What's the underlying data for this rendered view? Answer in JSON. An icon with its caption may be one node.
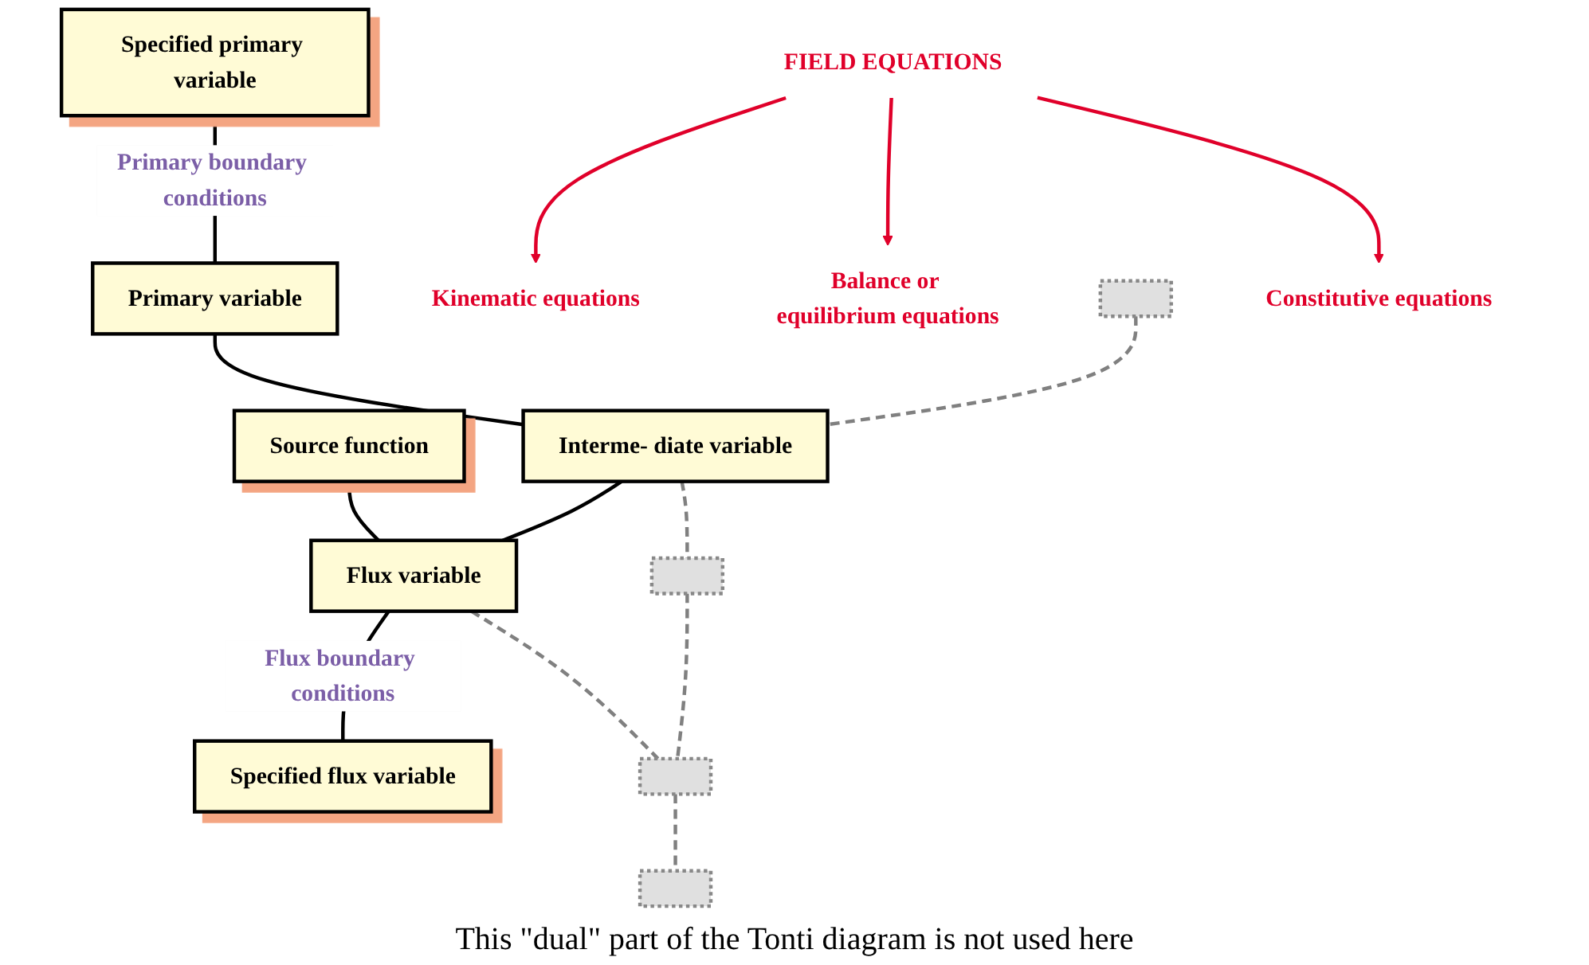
{
  "diagram": {
    "nodes": [
      {
        "text": [
          "Specified primary variable"
        ]
      },
      {
        "text": [
          "Primary variable"
        ]
      },
      {
        "text": [
          "FIELD EQUATIONS"
        ]
      },
      {
        "text": [
          "Source function"
        ]
      },
      {
        "text": [
          "Kinematic equations"
        ]
      },
      {
        "text": [
          "Balance or equilibrium equations"
        ]
      },
      {
        "text": [],
        "shape": "box"
      },
      {
        "text": [
          "Interme- diate variable"
        ]
      },
      {
        "text": [
          "Constitutive equations"
        ]
      },
      {
        "text": [
          "Flux variable"
        ]
      },
      {
        "text": [
          "Specified flux variable"
        ]
      },
      {
        "text": [],
        "shape": "box"
      },
      {
        "text": [],
        "shape": "box"
      },
      {
        "text": [],
        "shape": "box"
      }
    ],
    "edges": [
      {
        "from": 0,
        "to": 1,
        "arrow": "none",
        "label": "Primary boundary conditions"
      },
      {
        "from": 2,
        "to": 4,
        "arrow": "to",
        "color": "#e0002a"
      },
      {
        "from": 2,
        "to": 5,
        "arrow": "to",
        "color": "#e0002a"
      },
      {
        "from": 2,
        "to": 8,
        "arrow": "to",
        "color": "#e0002a"
      },
      {
        "from": 1,
        "to": 7,
        "arrow": "none"
      },
      {
        "from": 3,
        "to": 9,
        "arrow": "none"
      },
      {
        "from": 6,
        "to": 7,
        "arrow": "none",
        "style": "dashed",
        "color": "#808080"
      },
      {
        "from": 7,
        "to": 9,
        "arrow": "none"
      },
      {
        "from": 9,
        "to": 10,
        "arrow": "none",
        "label": "Flux boundary conditions"
      },
      {
        "from": 7,
        "to": 11,
        "arrow": "none",
        "style": "dashed",
        "color": "#808080"
      },
      {
        "from": 9,
        "to": 12,
        "arrow": "none",
        "style": "dashed",
        "color": "#808080"
      },
      {
        "from": 11,
        "to": 12,
        "arrow": "none",
        "style": "dashed",
        "color": "#808080"
      },
      {
        "from": 12,
        "to": 13,
        "arrow": "none",
        "style": "dashed",
        "color": "#808080"
      }
    ],
    "labels": [
      "This \"dual\" part of the Tonti diagram is not used here"
    ]
  }
}
